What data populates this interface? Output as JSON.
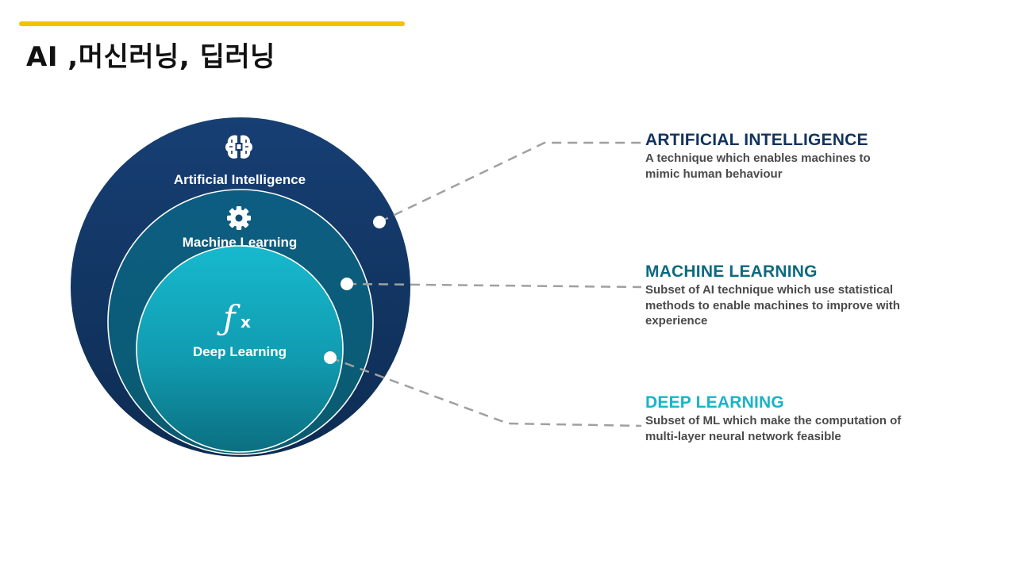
{
  "page": {
    "title": "AI ,머신러닝, 딥러닝"
  },
  "circles": {
    "ai": {
      "label": "Artificial Intelligence",
      "icon": "brain-chip-icon"
    },
    "ml": {
      "label": "Machine Learning",
      "icon": "gear-icon"
    },
    "dl": {
      "label": "Deep Learning",
      "icon": "function-fx-icon",
      "icon_text": "fx"
    }
  },
  "descriptions": [
    {
      "heading": "ARTIFICIAL INTELLIGENCE",
      "body": "A technique which enables machines to mimic human behaviour",
      "color": "#12335e"
    },
    {
      "heading": "MACHINE LEARNING",
      "body": "Subset of AI technique which use statistical methods to enable machines to improve with experience",
      "color": "#0c6a80"
    },
    {
      "heading": "DEEP LEARNING",
      "body": "Subset of ML which make the computation of multi-layer neural network feasible",
      "color": "#19b4c9"
    }
  ],
  "colors": {
    "accent": "#f2c200",
    "ai_dark": "#12335e",
    "ml_teal": "#0c6a80",
    "dl_cyan": "#19b4c9",
    "connector": "#a0a0a0"
  }
}
